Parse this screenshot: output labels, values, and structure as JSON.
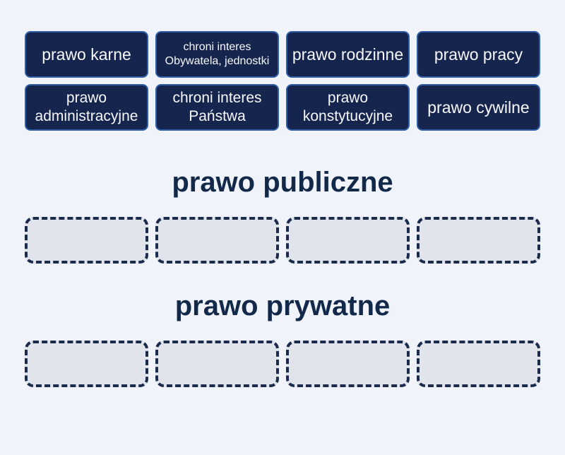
{
  "activity": {
    "type_hint": "group-sort drag-and-drop exercise",
    "language": "pl"
  },
  "colors": {
    "bg": "#f0f4fa",
    "tile_bg": "#16254d",
    "tile_border": "#2e5ea8",
    "tile_text": "#f6f8fc",
    "heading_text": "#13294a",
    "slot_bg": "#e2e4eb",
    "slot_border": "#1b2b4d"
  },
  "tiles": [
    {
      "label": "prawo karne"
    },
    {
      "label": "chroni interes Obywatela, jednostki"
    },
    {
      "label": "prawo rodzinne"
    },
    {
      "label": "prawo pracy"
    },
    {
      "label": "prawo administracyjne"
    },
    {
      "label": "chroni interes Państwa"
    },
    {
      "label": "prawo konstytucyjne"
    },
    {
      "label": "prawo cywilne"
    }
  ],
  "groups": [
    {
      "title": "prawo publiczne",
      "slot_count": 4
    },
    {
      "title": "prawo prywatne",
      "slot_count": 4
    }
  ]
}
